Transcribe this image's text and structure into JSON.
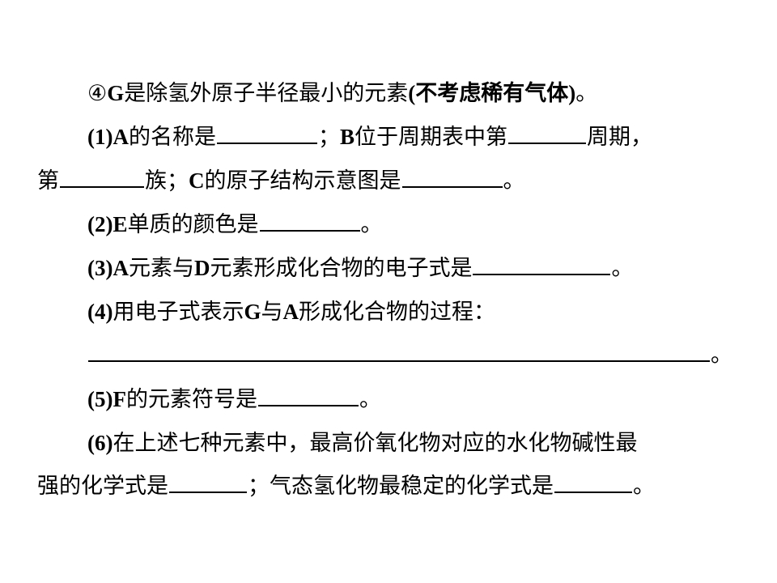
{
  "lines": {
    "l1": {
      "pre": "④",
      "G": "G",
      "text": "是除氢外原子半径最小的元素",
      "paren": "(不考虑稀有气体)",
      "end": "。"
    },
    "l2": {
      "num": "(1)",
      "A": "A",
      "t1": "的名称是",
      "sep": "；",
      "B": "B",
      "t2": "位于周期表中第",
      "t3": "周期，"
    },
    "l3": {
      "t1": "第",
      "t2": "族；",
      "C": "C",
      "t3": "的原子结构示意图是",
      "end": "。"
    },
    "l4": {
      "num": "(2)",
      "E": "E",
      "t1": "单质的颜色是",
      "end": "。"
    },
    "l5": {
      "num": "(3)",
      "A": "A",
      "t1": "元素与",
      "D": "D",
      "t2": "元素形成化合物的电子式是",
      "end": "。"
    },
    "l6": {
      "num": "(4)",
      "t1": "用电子式表示",
      "G": "G",
      "t2": "与",
      "A": "A",
      "t3": "形成化合物的过程："
    },
    "l7": {
      "end": "。"
    },
    "l8": {
      "num": "(5)",
      "F": "F",
      "t1": "的元素符号是",
      "end": "。"
    },
    "l9": {
      "num": "(6)",
      "t1": "在上述七种元素中，最高价氧化物对应的水化物碱性最"
    },
    "l10": {
      "t1": "强的化学式是",
      "sep": "；",
      "t2": "气态氢化物最稳定的化学式是",
      "end": "。"
    }
  }
}
